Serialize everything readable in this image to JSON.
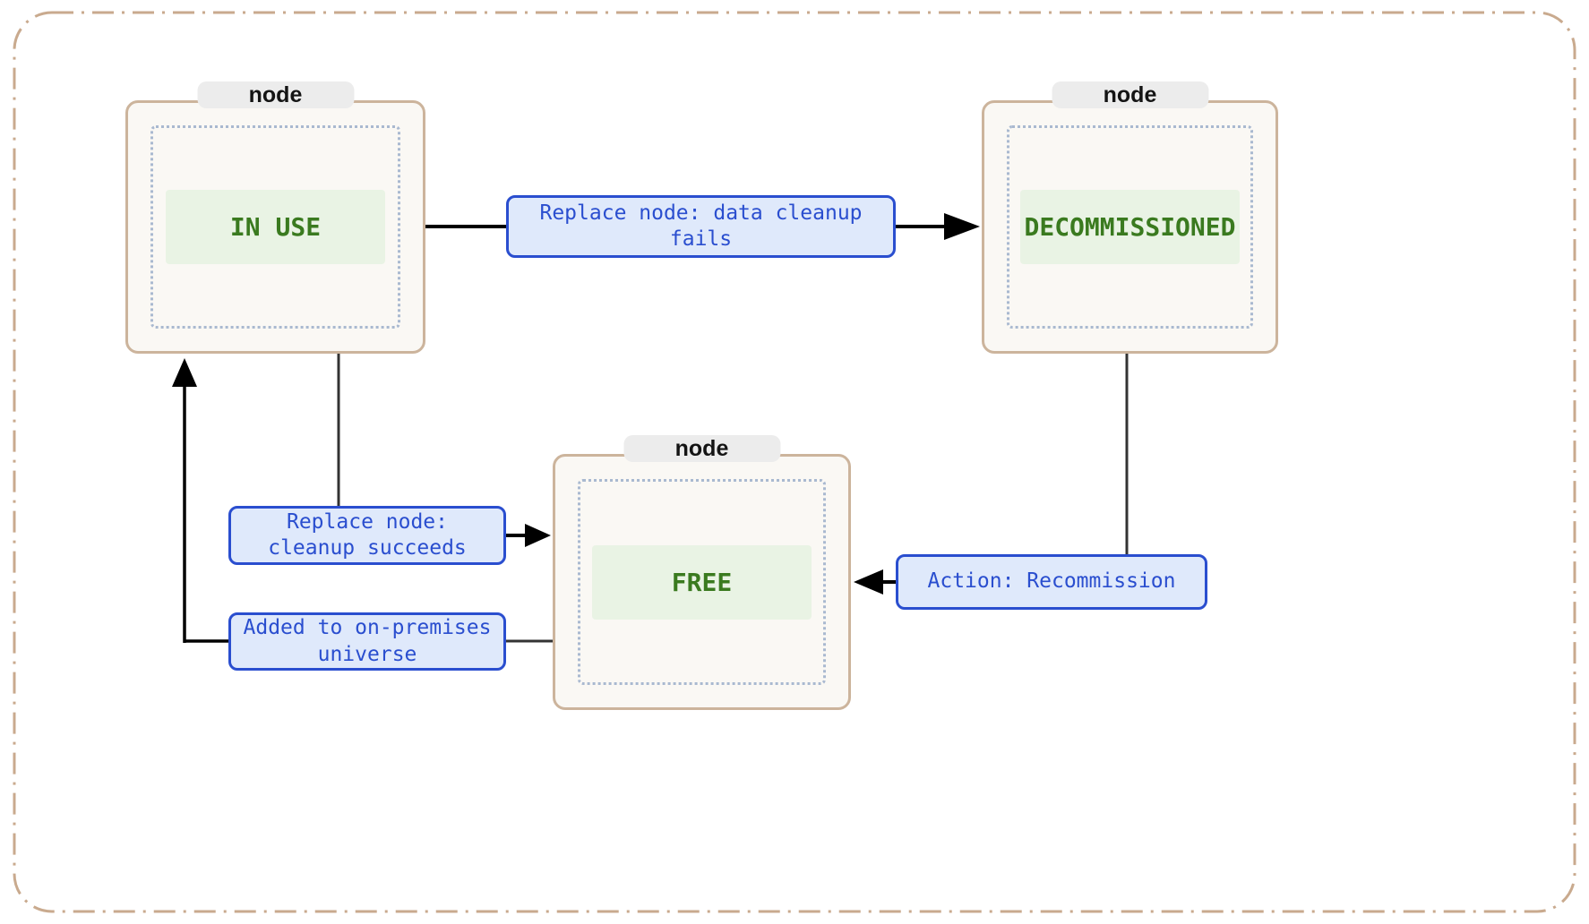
{
  "diagram": {
    "nodes": [
      {
        "id": "in-use",
        "tab_label": "node",
        "state_label": "IN USE"
      },
      {
        "id": "decommissioned",
        "tab_label": "node",
        "state_label": "DECOMMISSIONED"
      },
      {
        "id": "free",
        "tab_label": "node",
        "state_label": "FREE"
      }
    ],
    "edges": [
      {
        "id": "replace-fails",
        "from": "IN USE",
        "to": "DECOMMISSIONED",
        "label": "Replace node: data cleanup fails"
      },
      {
        "id": "replace-succeeds",
        "from": "IN USE",
        "to": "FREE",
        "label": "Replace node: cleanup succeeds"
      },
      {
        "id": "added-to-universe",
        "from": "FREE",
        "to": "IN USE",
        "label": "Added to on-premises universe"
      },
      {
        "id": "recommission",
        "from": "DECOMMISSIONED",
        "to": "FREE",
        "label": "Action: Recommission"
      }
    ],
    "colors": {
      "node_bg": "#faf8f4",
      "node_border": "#ccb49c",
      "tab_bg": "#ececec",
      "inner_dotted": "#a9b9d0",
      "state_bg": "#e9f3e4",
      "state_text": "#3a7a1f",
      "edge_bg": "#dfe9fb",
      "edge_border": "#2a4ecf",
      "edge_text": "#2a4ecf",
      "outer_border": "#c9aa8e",
      "arrow": "#000000",
      "line": "#333333"
    }
  }
}
